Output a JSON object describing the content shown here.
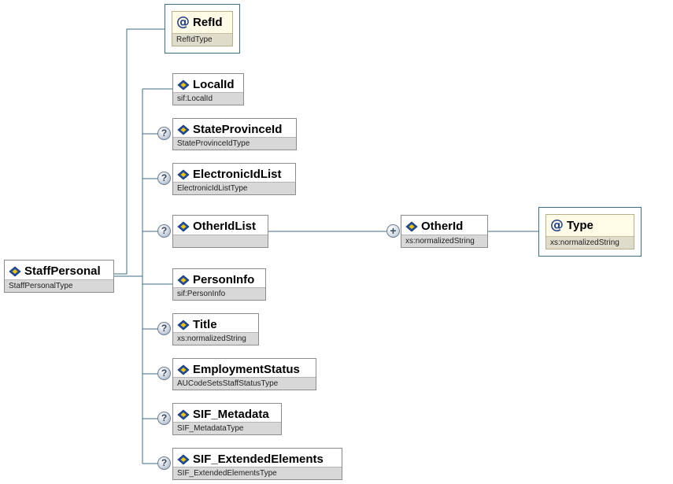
{
  "root": {
    "name": "StaffPersonal",
    "type": "StaffPersonalType"
  },
  "attribute": {
    "name": "RefId",
    "type": "RefIdType"
  },
  "elements": [
    {
      "name": "LocalId",
      "type": "sif:LocalId"
    },
    {
      "name": "StateProvinceId",
      "type": "StateProvinceIdType"
    },
    {
      "name": "ElectronicIdList",
      "type": "ElectronicIdListType"
    },
    {
      "name": "OtherIdList",
      "type": ""
    },
    {
      "name": "PersonInfo",
      "type": "sif:PersonInfo"
    },
    {
      "name": "Title",
      "type": "xs:normalizedString"
    },
    {
      "name": "EmploymentStatus",
      "type": "AUCodeSetsStaffStatusType"
    },
    {
      "name": "SIF_Metadata",
      "type": "SIF_MetadataType"
    },
    {
      "name": "SIF_ExtendedElements",
      "type": "SIF_ExtendedElementsType"
    }
  ],
  "other_id": {
    "name": "OtherId",
    "type": "xs:normalizedString"
  },
  "type_attribute": {
    "name": "Type",
    "type": "xs:normalizedString"
  },
  "glyphs": {
    "optional": "?",
    "expand": "+",
    "attribute": "@"
  },
  "colors": {
    "connector": "#3e6e83",
    "type_bar": "#d8d8d8",
    "attribute_bg": "#fffbe6"
  }
}
